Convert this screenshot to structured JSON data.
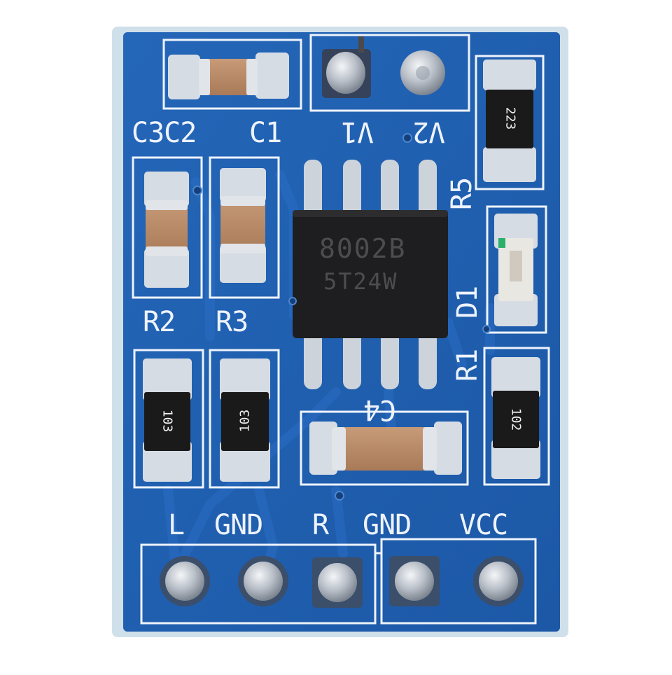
{
  "board": {
    "colors": {
      "pcb": "#1f5fb1",
      "pcb_edge": "#cfe0ea",
      "silkscreen": "#eef3fb",
      "pad": "#d6dce4",
      "chip_body": "#1e1e20",
      "capacitor": "#b88a68",
      "resistor_body": "#1a1a1a",
      "led": "#e9e7e2"
    },
    "chip": {
      "line1": "8002B",
      "line2": "5T24W"
    },
    "resistor_codes": {
      "r5": "223",
      "r2": "103",
      "r3": "103",
      "r1": "102"
    },
    "labels": {
      "c3c2": "C3C2",
      "c1": "C1",
      "v1": "V1",
      "v2": "V2",
      "r5": "R5",
      "r2": "R2",
      "r3": "R3",
      "d1": "D1",
      "r1": "R1",
      "c4": "C4",
      "pin_l": "L",
      "pin_gnd1": "GND",
      "pin_r": "R",
      "pin_gnd2": "GND",
      "pin_vcc": "VCC"
    }
  }
}
